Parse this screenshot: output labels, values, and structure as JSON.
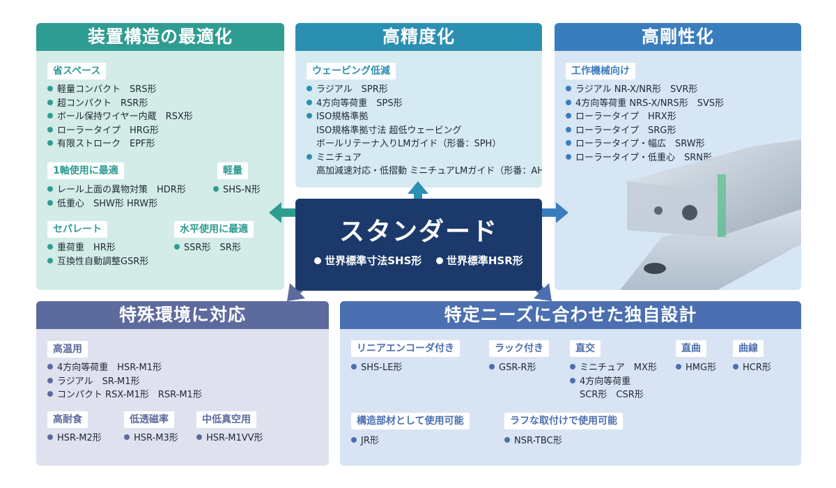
{
  "struct": {
    "title": "装置構造の最適化",
    "groups": [
      {
        "tag": "省スペース",
        "items": [
          "軽量コンパクト　SRS形",
          "超コンパクト　RSR形",
          "ボール保持ワイヤー内蔵　RSX形",
          "ローラータイプ　HRG形",
          "有限ストローク　EPF形"
        ]
      },
      {
        "tag": "1軸使用に最適",
        "items": [
          "レール上面の異物対策　HDR形",
          "低重心　SHW形 HRW形"
        ]
      },
      {
        "tag": "軽量",
        "items": [
          "SHS-N形"
        ]
      },
      {
        "tag": "セパレート",
        "items": [
          "重荷重　HR形",
          "互換性自動調整GSR形"
        ]
      },
      {
        "tag": "水平使用に最適",
        "items": [
          "SSR形　SR形"
        ]
      }
    ]
  },
  "precision": {
    "title": "高精度化",
    "tag": "ウェービング低減",
    "items": [
      {
        "text": "ラジアル　SPR形",
        "dot": true,
        "small": false
      },
      {
        "text": "4方向等荷重　SPS形",
        "dot": true,
        "small": false
      },
      {
        "text": "ISO規格準拠",
        "dot": true,
        "small": false
      },
      {
        "text": "ISO規格準拠寸法 超低ウェービング",
        "dot": false,
        "small": false
      },
      {
        "text": "ボールリテーナ入りLMガイド（形番：SPH）",
        "dot": false,
        "small": false
      },
      {
        "text": "ミニチュア",
        "dot": true,
        "small": false
      },
      {
        "text": "高加減速対応・低摺動 ミニチュアLMガイド（形番：AHR）",
        "dot": false,
        "small": true
      }
    ]
  },
  "rigidity": {
    "title": "高剛性化",
    "tag": "工作機械向け",
    "items": [
      "ラジアル NR-X/NR形　SVR形",
      "4方向等荷重 NRS-X/NRS形　SVS形",
      "ローラータイプ　HRX形",
      "ローラータイプ　SRG形",
      "ローラータイプ・幅広　SRW形",
      "ローラータイプ・低重心　SRN形"
    ]
  },
  "center": {
    "title": "スタンダード",
    "items": [
      "世界標準寸法SHS形",
      "世界標準HSR形"
    ]
  },
  "environment": {
    "title": "特殊環境に対応",
    "groups": [
      {
        "tag": "高温用",
        "items": [
          "4方向等荷重　HSR-M1形",
          "ラジアル　SR-M1形",
          "コンパクト RSX-M1形　RSR-M1形"
        ]
      },
      {
        "tag": "高耐食",
        "items": [
          "HSR-M2形"
        ]
      },
      {
        "tag": "低透磁率",
        "items": [
          "HSR-M3形"
        ]
      },
      {
        "tag": "中低真空用",
        "items": [
          "HSR-M1VV形"
        ]
      }
    ]
  },
  "custom": {
    "title": "特定ニーズに合わせた独自設計",
    "groups": [
      {
        "tag": "リニアエンコーダ付き",
        "items": [
          "SHS-LE形"
        ]
      },
      {
        "tag": "ラック付き",
        "items": [
          "GSR-R形"
        ]
      },
      {
        "tag": "直交",
        "items": [
          "ミニチュア　MX形",
          "4方向等荷重"
        ],
        "extra": "SCR形　CSR形"
      },
      {
        "tag": "直曲",
        "items": [
          "HMG形"
        ]
      },
      {
        "tag": "曲線",
        "items": [
          "HCR形"
        ]
      },
      {
        "tag": "構造部材として使用可能",
        "items": [
          "JR形"
        ]
      },
      {
        "tag": "ラフな取付けで使用可能",
        "items": [
          "NSR-TBC形"
        ]
      }
    ]
  },
  "colors": {
    "struct": "#2f9c92",
    "precision": "#2b8fb2",
    "rigidity": "#3a7dbf",
    "environment": "#5d6a9e",
    "custom": "#4b6fb0",
    "center": "#1b3a6b"
  }
}
